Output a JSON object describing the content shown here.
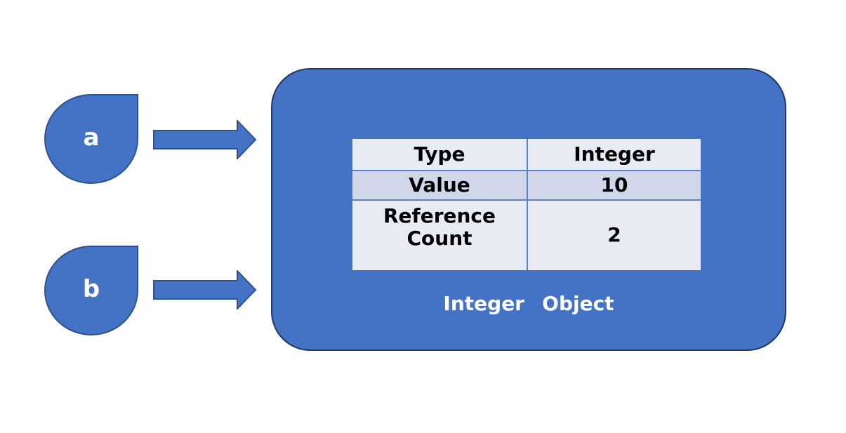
{
  "diagram": {
    "pointers": [
      {
        "label": "a"
      },
      {
        "label": "b"
      }
    ],
    "object_box": {
      "caption": "Integer Object",
      "table": {
        "rows": [
          {
            "key": "Type",
            "value": "Integer"
          },
          {
            "key": "Value",
            "value": "10"
          },
          {
            "key": "Reference\nCount",
            "value": "2"
          }
        ]
      }
    },
    "colors": {
      "shape_fill": "#4472C4",
      "shape_border": "#2F528F",
      "object_box_border": "#1F3864",
      "table_row_light": "#E8EAF4",
      "table_row_banded": "#D2D6E9",
      "table_grid_line": "#5B83CB",
      "table_text": "#000000",
      "text_on_blue": "#FFFFFF"
    }
  }
}
